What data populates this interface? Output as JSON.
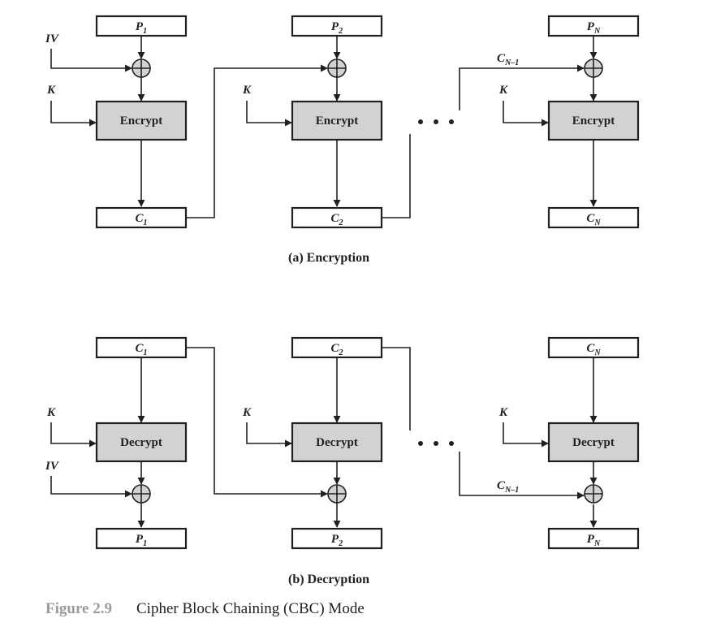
{
  "encryption": {
    "caption": "(a) Encryption",
    "iv": "IV",
    "key": "K",
    "block_label": "Encrypt",
    "stages": [
      {
        "input_main": "P",
        "input_sub": "1",
        "output_main": "C",
        "output_sub": "1"
      },
      {
        "input_main": "P",
        "input_sub": "2",
        "output_main": "C",
        "output_sub": "2"
      },
      {
        "input_main": "P",
        "input_sub": "N",
        "output_main": "C",
        "output_sub": "N"
      }
    ],
    "feedback_main": "C",
    "feedback_sub": "N–1"
  },
  "decryption": {
    "caption": "(b) Decryption",
    "iv": "IV",
    "key": "K",
    "block_label": "Decrypt",
    "stages": [
      {
        "input_main": "C",
        "input_sub": "1",
        "output_main": "P",
        "output_sub": "1"
      },
      {
        "input_main": "C",
        "input_sub": "2",
        "output_main": "P",
        "output_sub": "2"
      },
      {
        "input_main": "C",
        "input_sub": "N",
        "output_main": "P",
        "output_sub": "N"
      }
    ],
    "feedback_main": "C",
    "feedback_sub": "N–1"
  },
  "figure": {
    "number": "Figure 2.9",
    "title": "Cipher Block Chaining (CBC) Mode"
  }
}
